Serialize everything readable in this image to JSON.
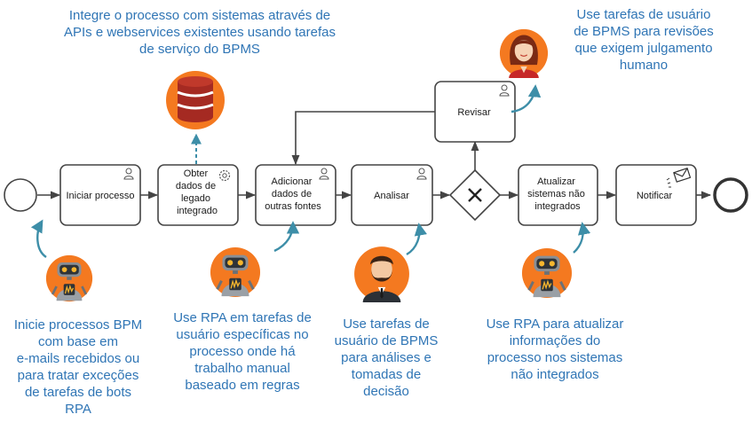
{
  "tasks": {
    "start": "Iniciar processo",
    "obter": [
      "Obter",
      "dados de",
      "legado",
      "integrado"
    ],
    "adicionar": [
      "Adicionar",
      "dados de",
      "outras fontes"
    ],
    "analisar": "Analisar",
    "revisar": "Revisar",
    "atualizar": [
      "Atualizar",
      "sistemas não",
      "integrados"
    ],
    "notificar": "Notificar"
  },
  "annotations": {
    "api": [
      "Integre o processo com sistemas  através de",
      "APIs e webservices existentes usando tarefas",
      "de serviço do BPMS"
    ],
    "revisoes": [
      "Use tarefas de usuário",
      "de BPMS para revisões",
      "que exigem julgamento",
      "humano"
    ],
    "inicie": [
      "Inicie processos BPM",
      "com base em",
      "e-mails recebidos ou",
      "para tratar exceções",
      "de tarefas de bots",
      "RPA"
    ],
    "rpa_tarefas": [
      "Use RPA em tarefas de",
      "usuário específicas no",
      "processo onde há",
      "trabalho manual",
      "baseado em regras"
    ],
    "analises": [
      "Use tarefas de",
      "usuário de BPMS",
      "para análises e",
      "tomadas de",
      "decisão"
    ],
    "rpa_atualizar": [
      "Use RPA para atualizar",
      "informações do",
      "processo nos sistemas",
      "não integrados"
    ]
  },
  "colors": {
    "accent_text": "#2f75b5",
    "arrow_teal": "#3d8ea8",
    "avatar_orange": "#f47920",
    "flow_line": "#444444"
  },
  "icons": [
    "user-icon",
    "gear-icon",
    "envelope-icon",
    "robot-icon",
    "database-icon",
    "woman-avatar-icon",
    "man-avatar-icon",
    "gateway-x-icon"
  ]
}
